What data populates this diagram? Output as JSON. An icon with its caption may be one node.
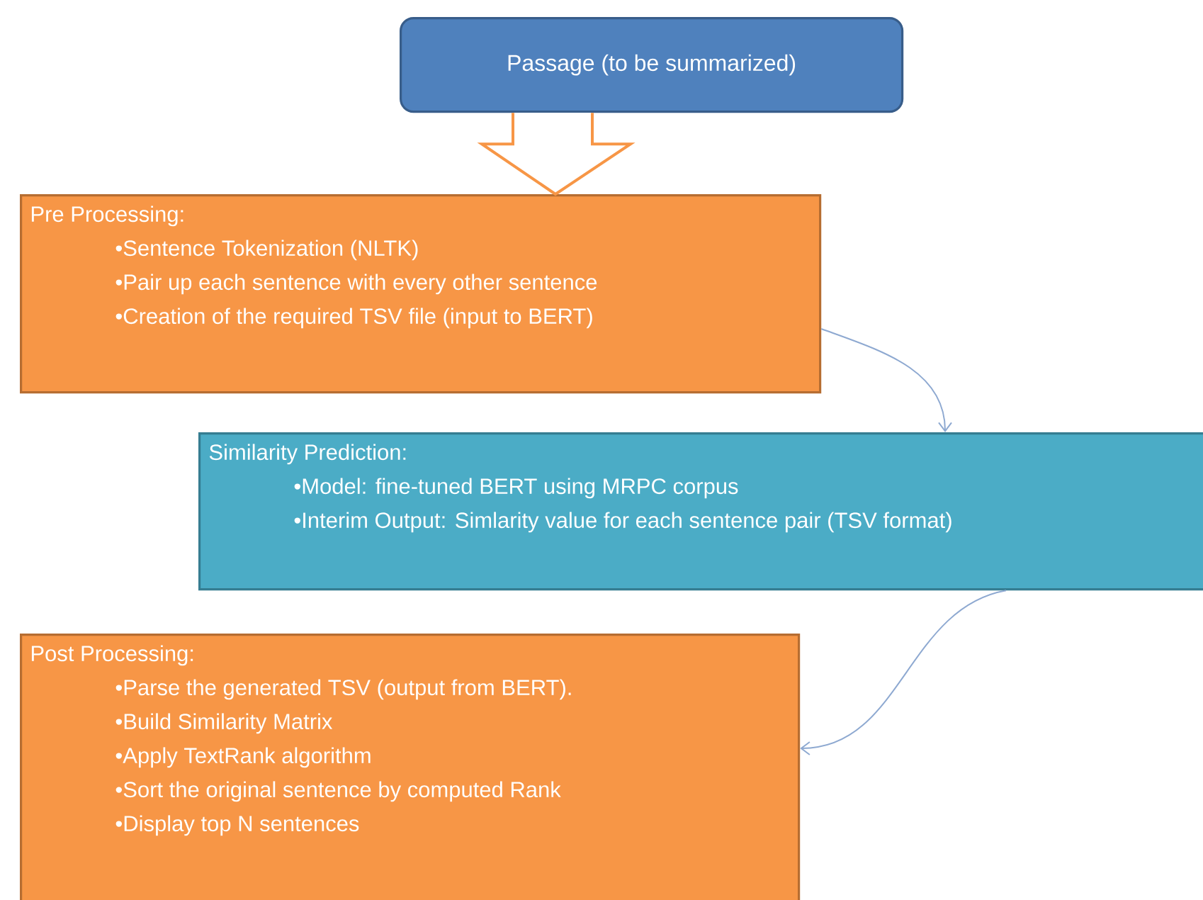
{
  "diagram": {
    "nodes": [
      {
        "text": [
          "Passage (to be summarized)"
        ]
      },
      {
        "text": [
          "Pre Processing:",
          "•Sentence Tokenization (NLTK)",
          "•Pair up each sentence with every other sentence",
          "•Creation of the required TSV file (input to BERT)"
        ]
      },
      {
        "text": [
          "Similarity Prediction:",
          "•Model: fine-tuned BERT using MRPC corpus",
          "•Interim Output: Simlarity value for each sentence pair (TSV format)"
        ]
      },
      {
        "text": [
          "Post Processing:",
          "•Parse the generated TSV (output from BERT).",
          "•Build Similarity Matrix",
          "•Apply TextRank algorithm",
          "•Sort the original sentence by computed Rank",
          "•Display top N sentences"
        ]
      }
    ],
    "edges": [
      {
        "from": 0,
        "to": 1,
        "arrow": "to"
      },
      {
        "from": 1,
        "to": 2,
        "arrow": "to"
      },
      {
        "from": 2,
        "to": 3,
        "arrow": "to"
      }
    ]
  }
}
